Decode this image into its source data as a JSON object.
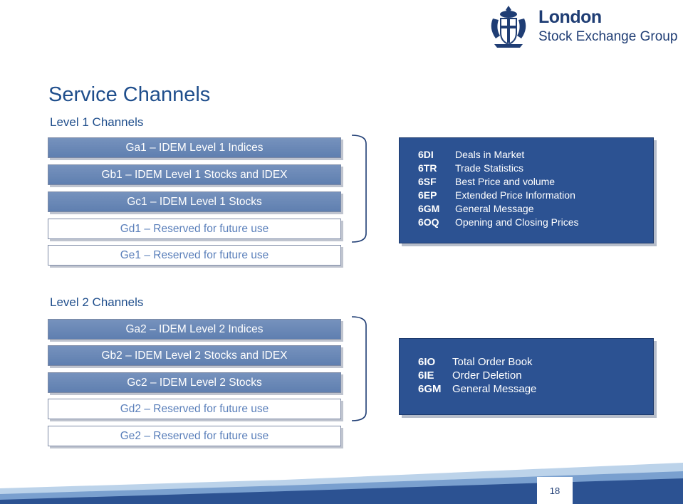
{
  "logo": {
    "line1": "London",
    "line2": "Stock Exchange Group"
  },
  "title": "Service Channels",
  "level1": {
    "heading": "Level 1 Channels",
    "channels": [
      "Ga1 – IDEM Level 1 Indices",
      "Gb1 – IDEM Level 1 Stocks and IDEX",
      "Gc1 – IDEM Level 1 Stocks",
      "Gd1 – Reserved for future use",
      "Ge1 – Reserved for future use"
    ],
    "messages": [
      {
        "code": "6DI",
        "desc": "Deals in Market"
      },
      {
        "code": "6TR",
        "desc": "Trade Statistics"
      },
      {
        "code": "6SF",
        "desc": "Best Price and volume"
      },
      {
        "code": "6EP",
        "desc": "Extended Price Information"
      },
      {
        "code": "6GM",
        "desc": "General Message"
      },
      {
        "code": "6OQ",
        "desc": "Opening and Closing Prices"
      }
    ]
  },
  "level2": {
    "heading": "Level 2 Channels",
    "channels": [
      "Ga2 – IDEM Level 2 Indices",
      "Gb2 – IDEM Level 2 Stocks and IDEX",
      "Gc2 – IDEM Level 2 Stocks",
      "Gd2 – Reserved for future use",
      "Ge2 – Reserved for future use"
    ],
    "messages": [
      {
        "code": "6IO",
        "desc": "Total Order Book"
      },
      {
        "code": "6IE",
        "desc": "Order Deletion"
      },
      {
        "code": "6GM",
        "desc": "General Message"
      }
    ]
  },
  "page_number": "18",
  "colors": {
    "title": "#1f4e8c",
    "box_fill": "#6a89b8",
    "info_fill": "#2c5292",
    "reserved_text": "#5a7fba",
    "footer": "#2c5292"
  }
}
